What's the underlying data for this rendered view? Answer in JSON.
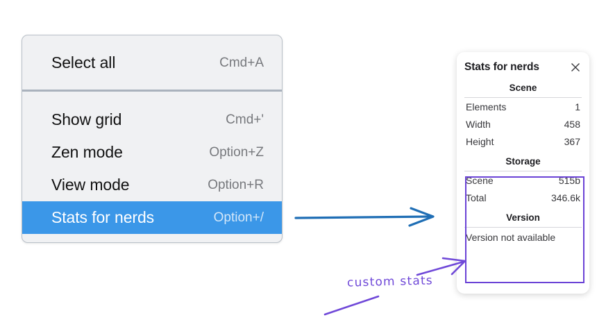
{
  "menu": {
    "groups": [
      {
        "items": [
          {
            "label": "Select all",
            "shortcut": "Cmd+A",
            "selected": false
          }
        ]
      },
      {
        "items": [
          {
            "label": "Show grid",
            "shortcut": "Cmd+'",
            "selected": false
          },
          {
            "label": "Zen mode",
            "shortcut": "Option+Z",
            "selected": false
          },
          {
            "label": "View mode",
            "shortcut": "Option+R",
            "selected": false
          },
          {
            "label": "Stats for nerds",
            "shortcut": "Option+/",
            "selected": true
          }
        ]
      }
    ]
  },
  "stats_panel": {
    "title": "Stats for nerds",
    "close_icon": "close-icon",
    "sections": [
      {
        "title": "Scene",
        "rows": [
          {
            "label": "Elements",
            "value": "1"
          },
          {
            "label": "Width",
            "value": "458"
          },
          {
            "label": "Height",
            "value": "367"
          }
        ]
      },
      {
        "title": "Storage",
        "rows": [
          {
            "label": "Scene",
            "value": "515b"
          },
          {
            "label": "Total",
            "value": "346.6k"
          }
        ]
      },
      {
        "title": "Version",
        "plain_rows": [
          "Version not available"
        ]
      }
    ]
  },
  "annotations": {
    "custom_stats_label": "custom stats",
    "blue_arrow_color": "#1f6eb5",
    "purple_color": "#6f48d8",
    "highlight_box_color": "#6a42d6"
  },
  "colors": {
    "menu_background": "#f0f1f3",
    "menu_border": "#b9c0c8",
    "selection_blue": "#3b97e8",
    "panel_background": "#ffffff",
    "text_primary": "#111111",
    "shortcut_gray": "#77797d"
  }
}
